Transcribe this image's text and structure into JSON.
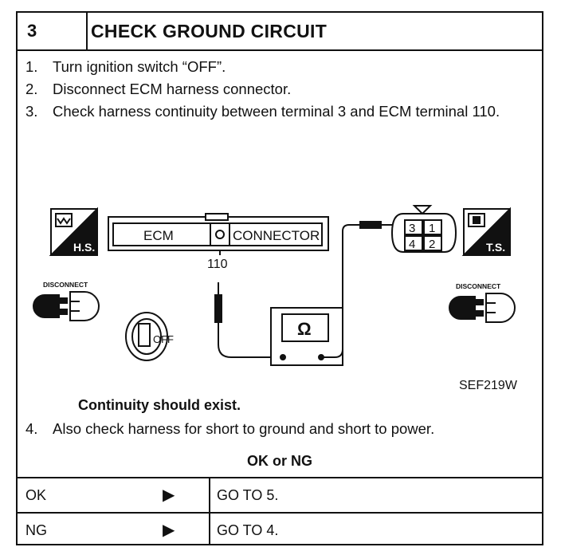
{
  "header": {
    "number": "3",
    "title": "CHECK GROUND CIRCUIT"
  },
  "steps": [
    {
      "n": "1.",
      "text": "Turn ignition switch “OFF”."
    },
    {
      "n": "2.",
      "text": "Disconnect ECM harness connector."
    },
    {
      "n": "3.",
      "text": "Check harness continuity between terminal 3 and ECM terminal 110."
    }
  ],
  "diagram": {
    "ecm_label": "ECM",
    "connector_label": "CONNECTOR",
    "terminal_label": "110",
    "pins": [
      "3",
      "1",
      "4",
      "2"
    ],
    "ohm_symbol": "Ω",
    "hs_label": "H.S.",
    "ts_label": "T.S.",
    "disconnect_left": "DISCONNECT",
    "disconnect_right": "DISCONNECT",
    "key_label": "OFF",
    "figure_code": "SEF219W"
  },
  "condition": "Continuity should exist.",
  "step4": {
    "n": "4.",
    "text": "Also check harness for short to ground and short to power."
  },
  "ok_or_ng": "OK or NG",
  "results": [
    {
      "result": "OK",
      "arrow": "▶",
      "action": "GO TO 5."
    },
    {
      "result": "NG",
      "arrow": "▶",
      "action": "GO TO 4."
    }
  ]
}
